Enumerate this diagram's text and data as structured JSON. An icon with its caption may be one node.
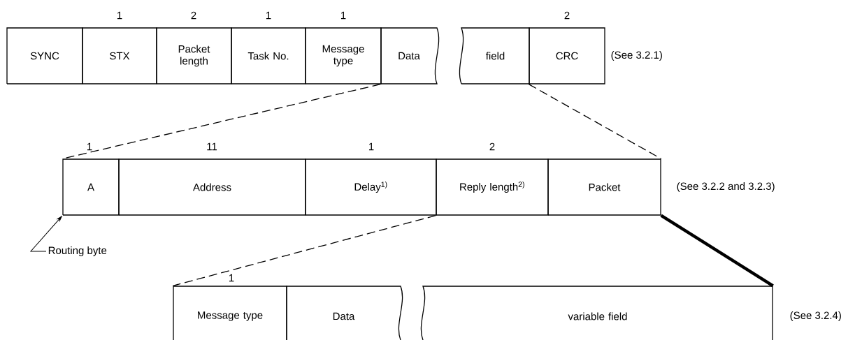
{
  "diagram": {
    "nodes": [
      {
        "text": [
          "SYNC"
        ]
      },
      {
        "text": [
          "STX"
        ],
        "beside": [
          "1"
        ]
      },
      {
        "text": [
          "Packet length"
        ],
        "beside": [
          "2"
        ]
      },
      {
        "text": [
          "Task No."
        ],
        "beside": [
          "1"
        ]
      },
      {
        "text": [
          "Message type"
        ],
        "beside": [
          "1"
        ]
      },
      {
        "text": [
          "Data"
        ]
      },
      {
        "text": [
          "field"
        ]
      },
      {
        "text": [
          "CRC"
        ],
        "beside": [
          "2"
        ]
      },
      {
        "text": [
          "A"
        ],
        "beside": [
          "1"
        ]
      },
      {
        "text": [
          "Address"
        ],
        "beside": [
          "11"
        ]
      },
      {
        "text": [
          "Delay$^{1)}$"
        ],
        "beside": [
          "1"
        ]
      },
      {
        "text": [
          "Reply length$^{2)}$"
        ],
        "beside": [
          "2"
        ]
      },
      {
        "text": [
          "Packet"
        ]
      },
      {
        "text": [
          "Message type"
        ],
        "beside": [
          "1"
        ]
      },
      {
        "text": [
          "Data"
        ]
      },
      {
        "text": [
          "variable field"
        ]
      },
      {
        "text": [
          "Routing byte"
        ]
      }
    ],
    "edges": [
      {
        "from": 16,
        "to": 8,
        "arrow": "to"
      },
      {
        "from": 5,
        "to": 8,
        "arrow": "none",
        "style": "dashed"
      },
      {
        "from": 7,
        "to": 12,
        "arrow": "none",
        "style": "dashed"
      },
      {
        "from": 11,
        "to": 13,
        "arrow": "none",
        "style": "dashed"
      },
      {
        "from": 12,
        "to": 15,
        "arrow": "none",
        "style": "thick"
      }
    ],
    "labels": [
      "(See 3.2.1)",
      "(See 3.2.2 and 3.2.3)",
      "(See 3.2.4)"
    ]
  }
}
